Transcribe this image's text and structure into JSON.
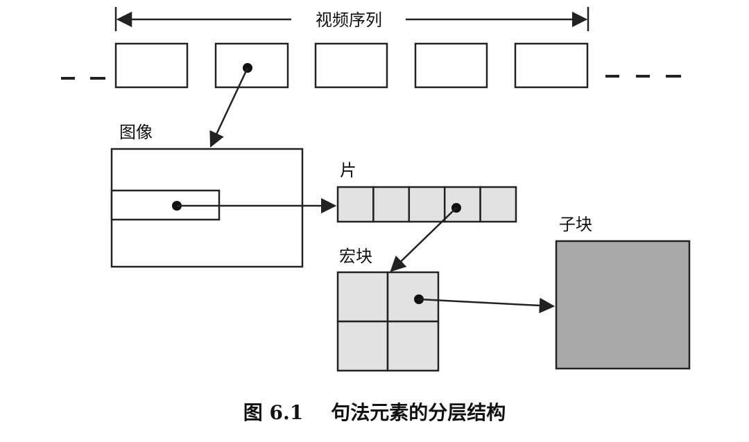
{
  "labels": {
    "video_sequence": "视频序列",
    "picture": "图像",
    "slice": "片",
    "macroblock": "宏块",
    "sub_block": "子块"
  },
  "caption": {
    "number": "图 6.1",
    "title": "句法元素的分层结构"
  },
  "colors": {
    "slice_fill": "#e2e2e2",
    "macroblock_fill": "#e2e2e2",
    "sub_block_fill": "#a9a9a9"
  }
}
